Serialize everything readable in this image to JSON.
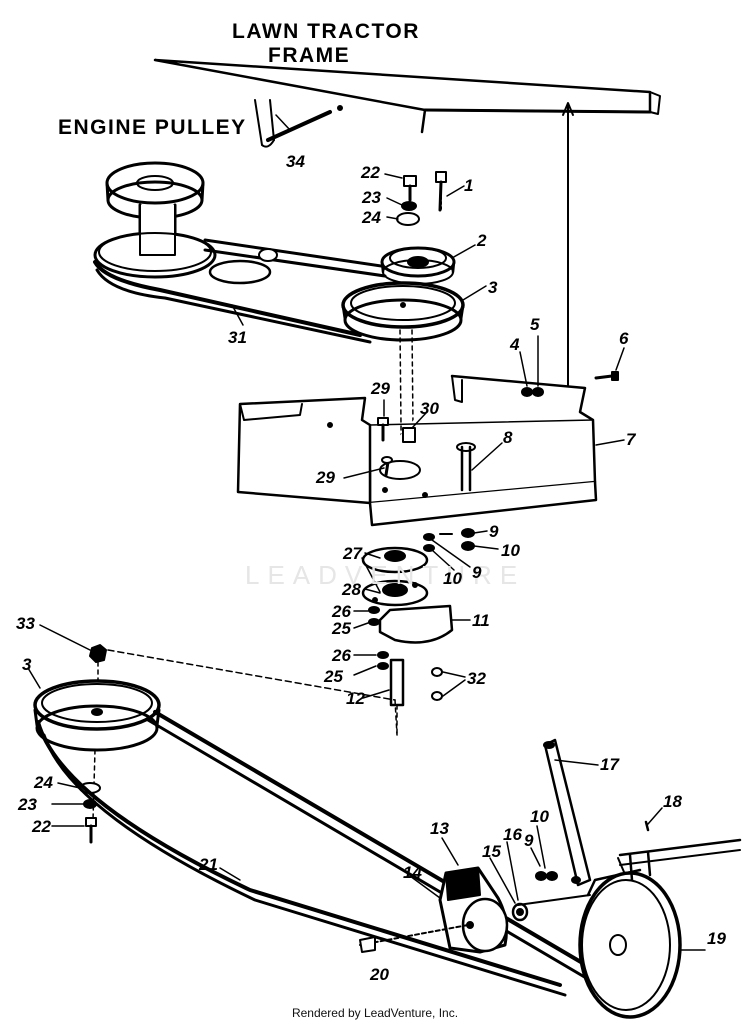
{
  "titles": {
    "frame_line1": "LAWN TRACTOR",
    "frame_line2": "FRAME",
    "engine_pulley": "ENGINE PULLEY"
  },
  "callouts": [
    "34",
    "22",
    "1",
    "23",
    "24",
    "2",
    "3",
    "31",
    "4",
    "5",
    "6",
    "29",
    "30",
    "8",
    "7",
    "29",
    "9",
    "10",
    "27",
    "9",
    "10",
    "28",
    "26",
    "11",
    "25",
    "33",
    "26",
    "32",
    "25",
    "12",
    "3",
    "24",
    "23",
    "22",
    "17",
    "10",
    "18",
    "13",
    "9",
    "16",
    "15",
    "14",
    "21",
    "20",
    "19"
  ],
  "watermark": "LEADVENTURE",
  "footer": "Rendered by LeadVenture, Inc."
}
